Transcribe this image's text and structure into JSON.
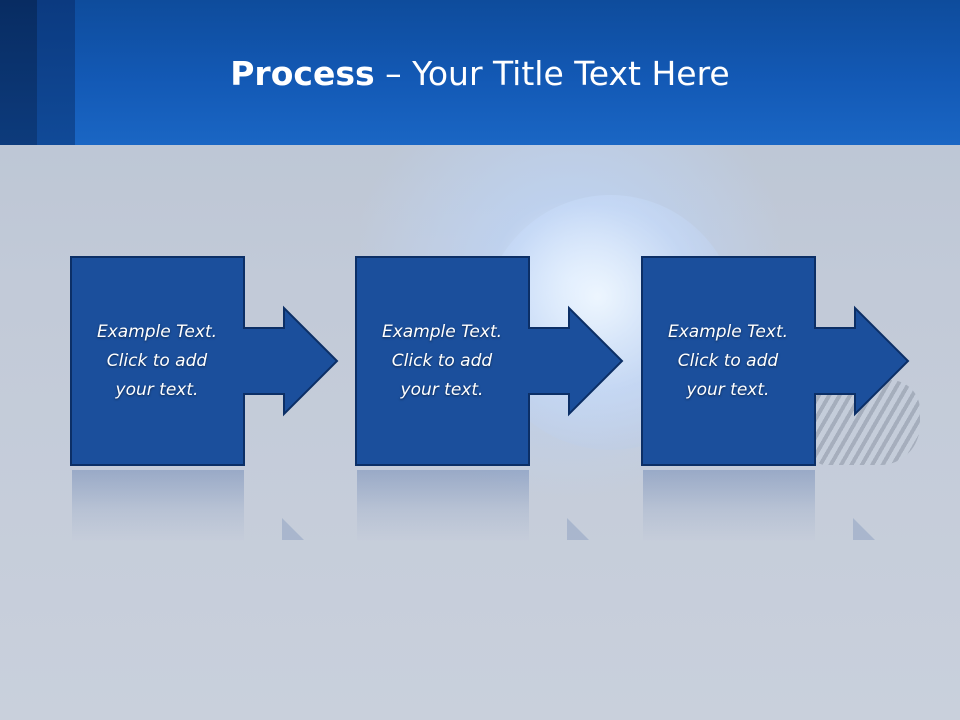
{
  "slide": {
    "title_bold": "Process",
    "title_rest": " – Your Title Text Here"
  },
  "steps": [
    {
      "line1": "Example Text.",
      "line2": "Click  to add",
      "line3": "your text."
    },
    {
      "line1": "Example Text.",
      "line2": "Click  to add",
      "line3": "your text."
    },
    {
      "line1": "Example Text.",
      "line2": "Click  to add",
      "line3": "your text."
    }
  ],
  "colors": {
    "header": "#1359b5",
    "step_fill": "#1b4f9c",
    "step_border": "#0c2f66",
    "background": "#c2cad8"
  }
}
